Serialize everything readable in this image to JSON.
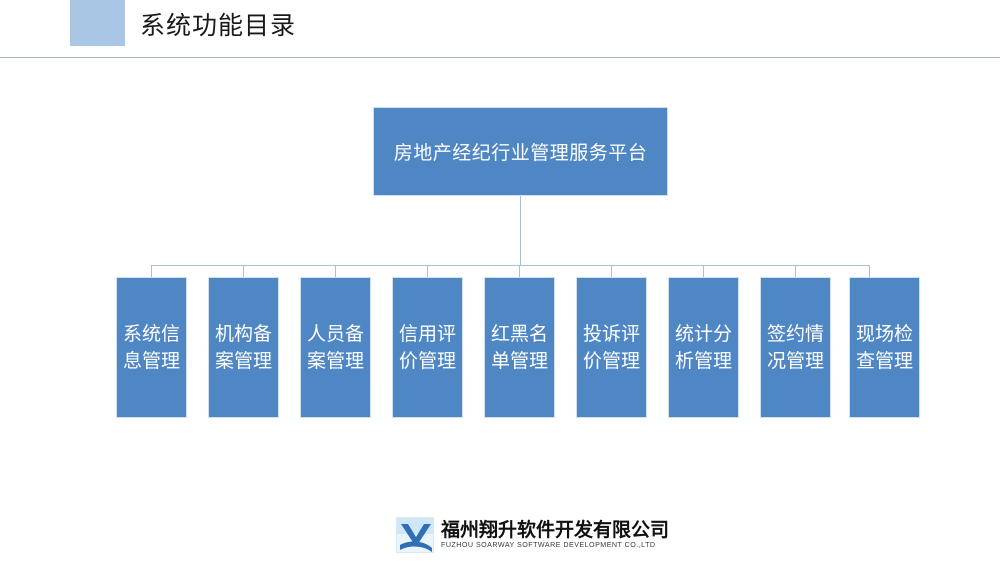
{
  "header": {
    "title": "系统功能目录",
    "accent_color": "#a9c7e4",
    "rule_color": "#9fb6c2"
  },
  "chart": {
    "type": "org-chart",
    "node_fill": "#4f87c4",
    "node_border": "#cfe0ef",
    "connector_color": "#a7c1da",
    "root": {
      "label": "房地产经纪行业管理服务平台"
    },
    "children": [
      {
        "label": "系统信息管理"
      },
      {
        "label": "机构备案管理"
      },
      {
        "label": "人员备案管理"
      },
      {
        "label": "信用评价管理"
      },
      {
        "label": "红黑名单管理"
      },
      {
        "label": "投诉评价管理"
      },
      {
        "label": "统计分析管理"
      },
      {
        "label": "签约情况管理"
      },
      {
        "label": "现场检查管理"
      }
    ]
  },
  "footer": {
    "company_cn": "福州翔升软件开发有限公司",
    "company_en": "FUZHOU SOARWAY SOFTWARE DEVELOPMENT CO.,LTD",
    "logo_icon": "soarway-swoosh-icon"
  }
}
